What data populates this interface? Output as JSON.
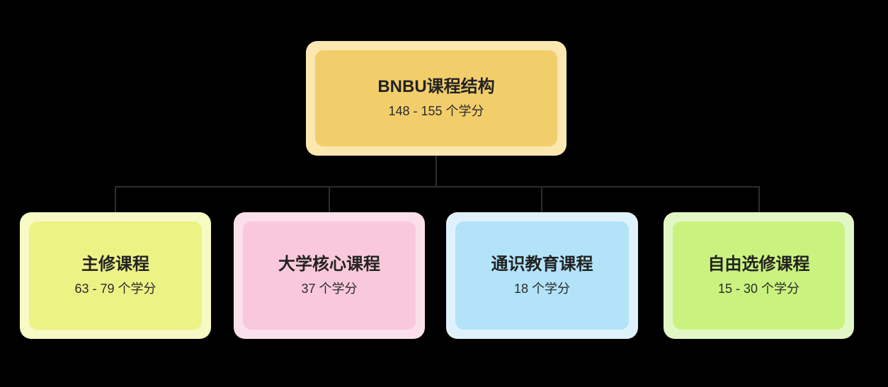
{
  "canvas": {
    "background": "#000000",
    "connector_color": "#2E2E2E",
    "text_color": "#222222"
  },
  "diagram": {
    "root": {
      "title": "BNBU课程结构",
      "subtitle": "148 - 155 个学分",
      "outer_color": "#FBE8B0",
      "inner_color": "#F2CE6B"
    },
    "children": [
      {
        "title": "主修课程",
        "subtitle": "63 - 79 个学分",
        "outer_color": "#F7FAC5",
        "inner_color": "#EDF285"
      },
      {
        "title": "大学核心课程",
        "subtitle": "37 个学分",
        "outer_color": "#FBDFEA",
        "inner_color": "#F9C9DB"
      },
      {
        "title": "通识教育课程",
        "subtitle": "18 个学分",
        "outer_color": "#DFF2FB",
        "inner_color": "#B2E3F9"
      },
      {
        "title": "自由选修课程",
        "subtitle": "15 - 30 个学分",
        "outer_color": "#E3F7C6",
        "inner_color": "#C9F37E"
      }
    ]
  }
}
